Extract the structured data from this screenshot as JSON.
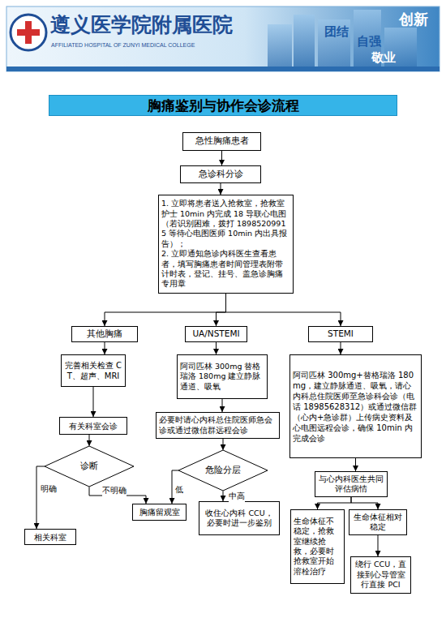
{
  "diagram": {
    "title": "胸痛鉴别与协作会诊流程",
    "nodes": [
      {
        "text": [
          "急性胸痛患者"
        ]
      },
      {
        "text": [
          "急诊科分诊"
        ]
      },
      {
        "text": [
          "1. 立即将患者送入抢救室，抢救室护士 10min 内完成 18 导联心电图（若识别困难，拨打 18985209915 等待心电图医师 10min 内出具报告）；",
          "2. 立即通知急诊内科医生查看患者，填写胸痛患者时间管理表附带计时表，登记、挂号、盖急诊胸痛专用章"
        ]
      },
      {
        "text": [
          "其他胸痛"
        ]
      },
      {
        "text": [
          "UA/NSTEMI"
        ]
      },
      {
        "text": [
          "STEMI"
        ]
      },
      {
        "text": [
          "完善相关检查 CT、超声、MRI"
        ]
      },
      {
        "text": [
          "阿司匹林 300mg 替格瑞洛 180mg 建立静脉通道、吸氧"
        ]
      },
      {
        "text": [
          "阿司匹林 300mg+替格瑞洛 180mg，建立静脉通道、吸氧，请心内科总住院医师至急诊科会诊（电话 18985628312）或通过微信群（心内+急诊群）上传病史资料及心电图远程会诊，确保 10min 内完成会诊"
        ]
      },
      {
        "text": [
          "有关科室会诊"
        ]
      },
      {
        "text": [
          "诊断"
        ]
      },
      {
        "text": [
          "必要时请心内科总住院医师急会诊或通过微信群远程会诊"
        ]
      },
      {
        "text": [
          "危险分层"
        ]
      },
      {
        "text": [
          "与心内科医生共同评估病情"
        ]
      },
      {
        "text": [
          "相关科室"
        ]
      },
      {
        "text": [
          "胸痛留观室"
        ]
      },
      {
        "text": [
          "收住心内科 CCU，必要时进一步鉴别"
        ]
      },
      {
        "text": [
          "生命体征不稳定，抢救室继续抢救，必要时抢救室开始溶栓治疗"
        ]
      },
      {
        "text": [
          "生命体征相对稳定"
        ]
      },
      {
        "text": [
          "绕行 CCU，直接到心导管室行直接 PCI"
        ]
      }
    ],
    "edges": [
      {
        "from": 0,
        "to": 1,
        "arrow": "to"
      },
      {
        "from": 1,
        "to": 2,
        "arrow": "to"
      },
      {
        "from": 2,
        "to": 3,
        "arrow": "to"
      },
      {
        "from": 2,
        "to": 4,
        "arrow": "to"
      },
      {
        "from": 2,
        "to": 5,
        "arrow": "to"
      },
      {
        "from": 3,
        "to": 6,
        "arrow": "to"
      },
      {
        "from": 4,
        "to": 7,
        "arrow": "to"
      },
      {
        "from": 5,
        "to": 8,
        "arrow": "to"
      },
      {
        "from": 6,
        "to": 9,
        "arrow": "to"
      },
      {
        "from": 9,
        "to": 10,
        "arrow": "to"
      },
      {
        "from": 7,
        "to": 11,
        "arrow": "to"
      },
      {
        "from": 11,
        "to": 12,
        "arrow": "to"
      },
      {
        "from": 8,
        "to": 13,
        "arrow": "to"
      },
      {
        "from": 10,
        "to": 14,
        "label": "明确",
        "arrow": "to"
      },
      {
        "from": 10,
        "to": 15,
        "label": "不明确",
        "arrow": "to"
      },
      {
        "from": 12,
        "to": 15,
        "label": "低",
        "arrow": "to"
      },
      {
        "from": 12,
        "to": 16,
        "label": "中高",
        "arrow": "to"
      },
      {
        "from": 13,
        "to": 17,
        "arrow": "to"
      },
      {
        "from": 13,
        "to": 18,
        "arrow": "to"
      },
      {
        "from": 18,
        "to": 19,
        "arrow": "to"
      }
    ],
    "labels": [
      "遵义医学院附属医院",
      "AFFILIATED HOSPITAL OF ZUNYI MEDICAL COLLEGE",
      "团结",
      "自强",
      "创新",
      "敬业"
    ]
  }
}
